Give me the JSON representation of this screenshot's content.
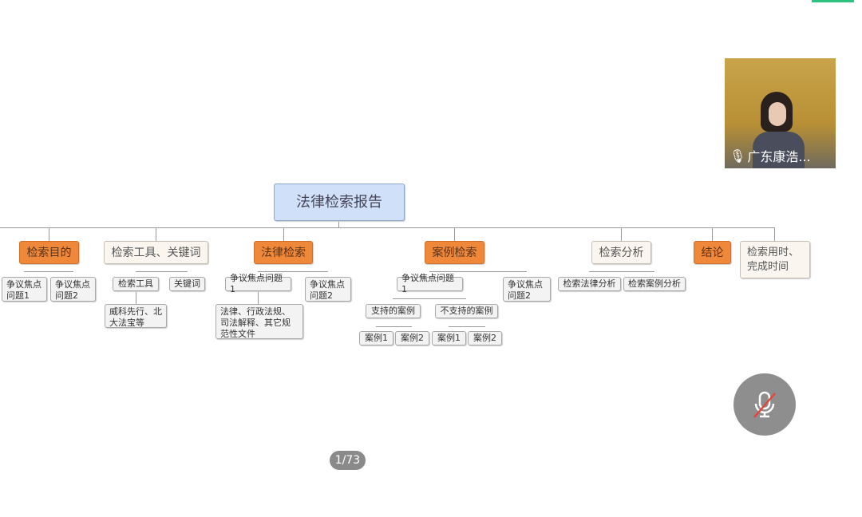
{
  "root": "法律检索报告",
  "branches": {
    "purpose": {
      "label": "检索目的",
      "children": [
        "争议焦点问题1",
        "争议焦点问题2"
      ]
    },
    "tools": {
      "label": "检索工具、关键词",
      "children": [
        "检索工具",
        "关键词"
      ],
      "tool_detail": "威科先行、北大法宝等"
    },
    "law": {
      "label": "法律检索",
      "children": [
        "争议焦点问题1",
        "争议焦点问题2"
      ],
      "detail": "法律、行政法规、司法解释、其它规范性文件"
    },
    "cases": {
      "label": "案例检索",
      "children": [
        "争议焦点问题1",
        "争议焦点问题2"
      ],
      "support": "支持的案例",
      "oppose": "不支持的案例",
      "case_items": [
        "案例1",
        "案例2",
        "案例1",
        "案例2"
      ]
    },
    "analysis": {
      "label": "检索分析",
      "children": [
        "检索法律分析",
        "检索案例分析"
      ]
    },
    "conclusion": {
      "label": "结论"
    },
    "time": {
      "label": "检索用时、完成时间"
    }
  },
  "video": {
    "name": "广东康浩..."
  },
  "pager": "1/73",
  "colors": {
    "orange": "#f08a3c",
    "root": "#cfe0f8"
  }
}
